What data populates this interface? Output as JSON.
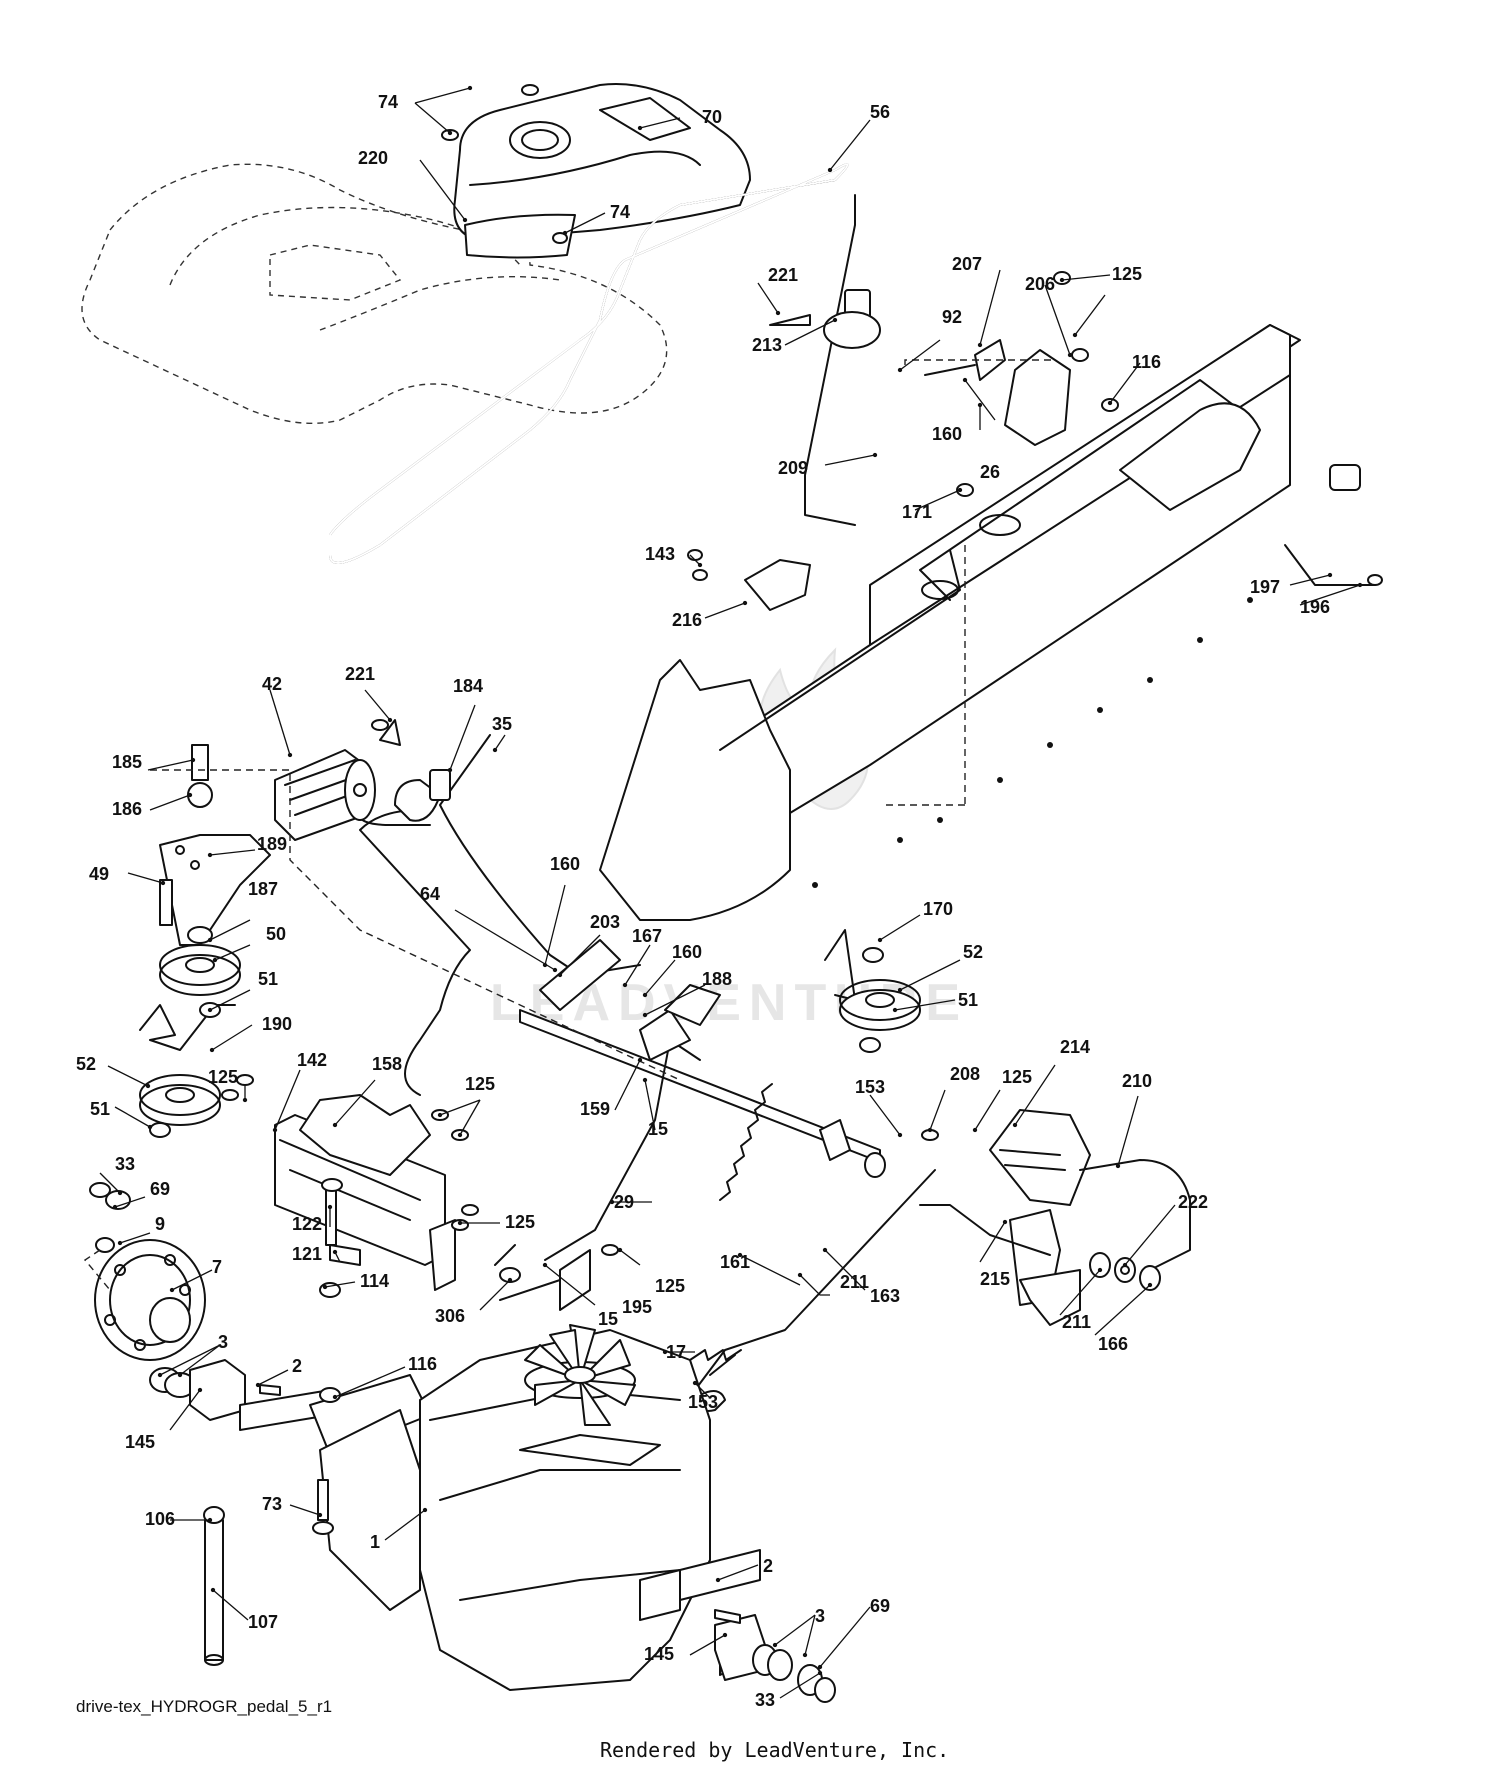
{
  "diagram": {
    "filename": "drive-tex_HYDROGR_pedal_5_r1",
    "footer": "Rendered by LeadVenture, Inc.",
    "watermark": "LEADVENTURE",
    "callouts": [
      "74",
      "70",
      "56",
      "220",
      "74",
      "221",
      "207",
      "206",
      "125",
      "213",
      "92",
      "116",
      "160",
      "26",
      "209",
      "171",
      "143",
      "216",
      "197",
      "196",
      "42",
      "221",
      "184",
      "35",
      "185",
      "186",
      "189",
      "49",
      "187",
      "50",
      "51",
      "190",
      "52",
      "51",
      "160",
      "64",
      "203",
      "167",
      "160",
      "188",
      "170",
      "52",
      "51",
      "125",
      "142",
      "158",
      "125",
      "159",
      "15",
      "153",
      "208",
      "125",
      "214",
      "210",
      "33",
      "69",
      "9",
      "122",
      "121",
      "114",
      "125",
      "29",
      "161",
      "211",
      "7",
      "125",
      "195",
      "306",
      "15",
      "215",
      "163",
      "211",
      "222",
      "166",
      "3",
      "2",
      "116",
      "17",
      "153",
      "145",
      "73",
      "106",
      "107",
      "1",
      "2",
      "3",
      "69",
      "145",
      "33"
    ]
  }
}
